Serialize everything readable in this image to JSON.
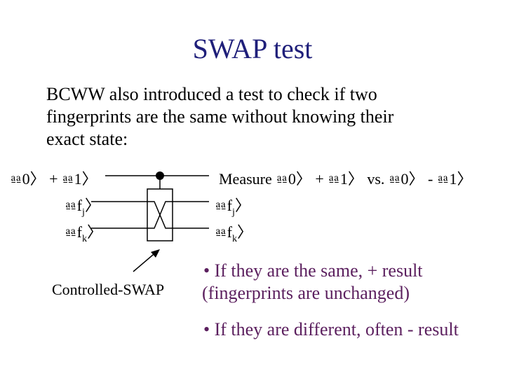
{
  "title": "SWAP test",
  "intro": {
    "line1": "BCWW also introduced a test to check if two",
    "line2": "fingerprints are the same without knowing their",
    "line3": "exact state:"
  },
  "circuit": {
    "input_labels": {
      "ancilla": "⎂0〉 + ⎂1〉",
      "fj_bar": "⎂",
      "fj_f": "f",
      "fj_sub": "j",
      "fj_close": "〉",
      "fk_bar": "⎂",
      "fk_f": "f",
      "fk_sub": "k",
      "fk_close": "〉"
    },
    "output_labels": {
      "measure": "Measure ⎂0〉 + ⎂1〉 vs. ⎂0〉 - ⎂1〉",
      "fj_bar": "⎂",
      "fj_f": "f",
      "fj_sub": "j",
      "fj_close": "〉",
      "fk_bar": "⎂",
      "fk_f": "f",
      "fk_sub": "k",
      "fk_close": "〉"
    },
    "caption": "Controlled-SWAP"
  },
  "bullets": {
    "same_line1": "• If they are the same, + result",
    "same_line2": "(fingerprints are unchanged)",
    "different": "• If they are different, often - result"
  },
  "colors": {
    "title": "#1f1f7a",
    "bullets": "#5b1f5e"
  }
}
